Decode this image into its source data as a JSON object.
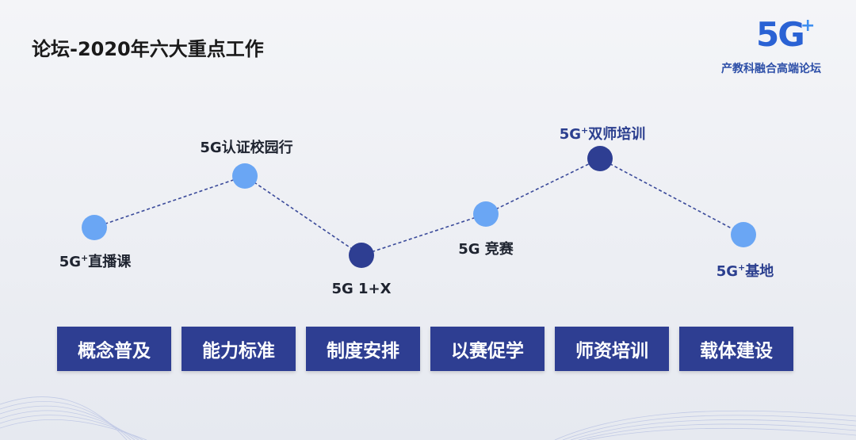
{
  "title": "论坛-2020年六大重点工作",
  "logo": {
    "mark": "5G",
    "plus": "+",
    "text": "产教科融合高端论坛"
  },
  "nodes": [
    {
      "id": "n1",
      "label_main": "5G",
      "label_sup": "+",
      "label_rest": "直播课",
      "color": "#6aa6f4"
    },
    {
      "id": "n2",
      "label_main": "5G认证校园行",
      "label_sup": "",
      "label_rest": "",
      "color": "#6aa6f4"
    },
    {
      "id": "n3",
      "label_main": "5G 1+X",
      "label_sup": "",
      "label_rest": "",
      "color": "#2e3e92"
    },
    {
      "id": "n4",
      "label_main": "5G 竞赛",
      "label_sup": "",
      "label_rest": "",
      "color": "#6aa6f4"
    },
    {
      "id": "n5",
      "label_main": "5G",
      "label_sup": "+",
      "label_rest": "双师培训",
      "color": "#2e3e92"
    },
    {
      "id": "n6",
      "label_main": "5G",
      "label_sup": "+",
      "label_rest": "基地",
      "color": "#6aa6f4"
    }
  ],
  "pillars": [
    "概念普及",
    "能力标准",
    "制度安排",
    "以赛促学",
    "师资培训",
    "载体建设"
  ],
  "colors": {
    "node_light": "#6aa6f4",
    "node_dark": "#2e3e92",
    "connector": "#3a4a9a",
    "pillar_bg": "#2e3e92"
  }
}
